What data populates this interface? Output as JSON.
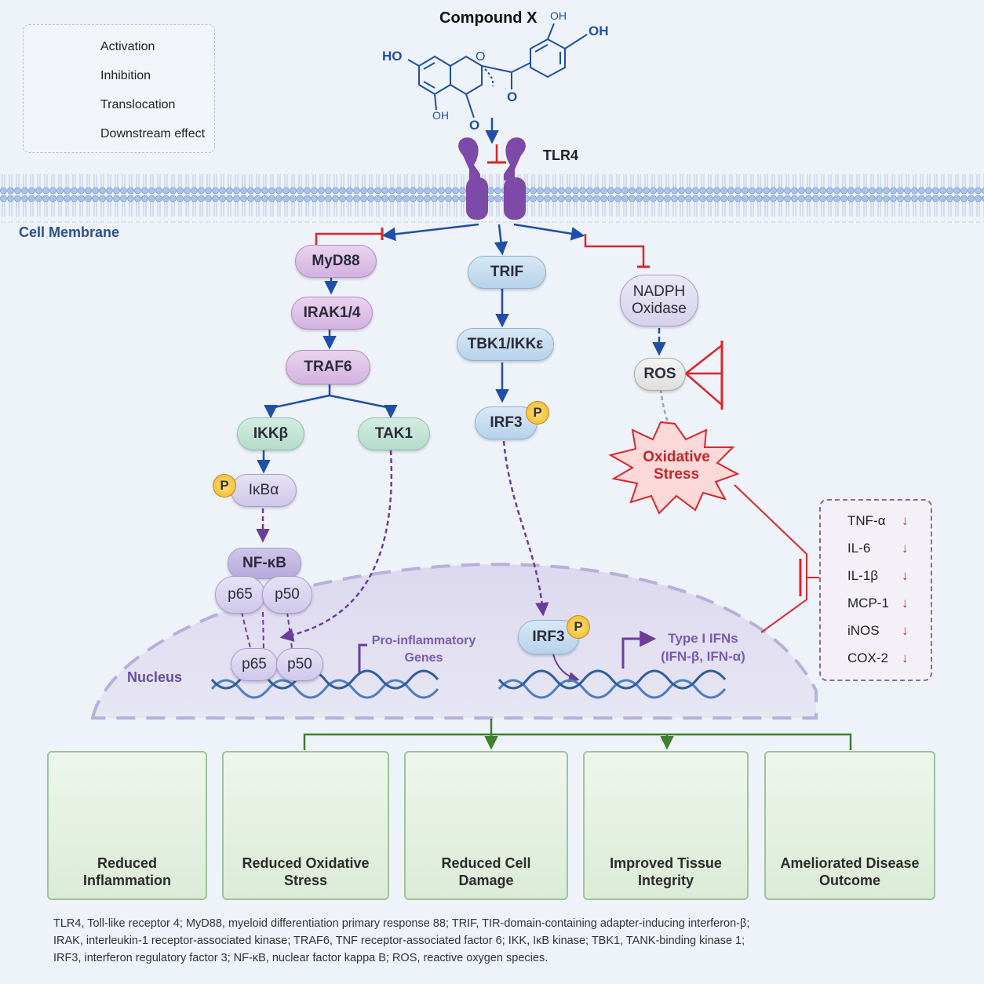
{
  "compound": {
    "name": "Compound X",
    "oh_top": "OH",
    "oh_right": "OH",
    "ho_left": "HO",
    "oh_bottom": "OH",
    "o_ring": "O",
    "o_carbonyl": "O",
    "o_keto": "O"
  },
  "legend": {
    "activation": "Activation",
    "inhibition": "Inhibition",
    "translocation": "Translocation",
    "downstream": "Downstream effect"
  },
  "receptor": {
    "label": "TLR4"
  },
  "membrane": {
    "label": "Cell Membrane"
  },
  "nucleus": {
    "label": "Nucleus"
  },
  "nodes": {
    "myd88": "MyD88",
    "irak": "IRAK1/4",
    "traf6": "TRAF6",
    "ikkb": "IKKβ",
    "tak1": "TAK1",
    "ikba": "IκBα",
    "nfkb": "NF-κB",
    "p65": "p65",
    "p50": "p50",
    "trif": "TRIF",
    "tbk1": "TBK1/IKKε",
    "irf3": "IRF3",
    "nadph_line1": "NADPH",
    "nadph_line2": "Oxidase",
    "ros": "ROS",
    "ox_line1": "Oxidative",
    "ox_line2": "Stress",
    "p_badge": "P"
  },
  "nuclear": {
    "proinf_line1": "Pro-inflammatory",
    "proinf_line2": "Genes",
    "ifn_line1": "Type I IFNs",
    "ifn_line2": "(IFN-β, IFN-α)"
  },
  "cytokines": [
    {
      "name": "TNF-α",
      "arrow": "↓"
    },
    {
      "name": "IL-6",
      "arrow": "↓"
    },
    {
      "name": "IL-1β",
      "arrow": "↓"
    },
    {
      "name": "MCP-1",
      "arrow": "↓"
    },
    {
      "name": "iNOS",
      "arrow": "↓"
    },
    {
      "name": "COX-2",
      "arrow": "↓"
    }
  ],
  "outcomes": [
    {
      "line1": "Reduced",
      "line2": "Inflammation"
    },
    {
      "line1": "Reduced Oxidative",
      "line2": "Stress"
    },
    {
      "line1": "Reduced Cell",
      "line2": "Damage"
    },
    {
      "line1": "Improved Tissue",
      "line2": "Integrity"
    },
    {
      "line1": "Ameliorated Disease",
      "line2": "Outcome"
    }
  ],
  "footnote": [
    "TLR4, Toll-like receptor 4; MyD88, myeloid differentiation primary response 88; TRIF, TIR-domain-containing adapter-inducing interferon-β;",
    "IRAK, interleukin-1 receptor-associated kinase; TRAF6, TNF receptor-associated factor 6; IKK, IκB kinase; TBK1, TANK-binding kinase 1;",
    "IRF3, interferon regulatory factor 3; NF-κB, nuclear factor kappa B; ROS, reactive oxygen species."
  ],
  "colors": {
    "activation": "#1f4fa8",
    "inhibition": "#d9262b",
    "translocation": "#6a3d9a",
    "downstream": "#3f7f2e",
    "tlr4": "#7e4aa8"
  }
}
